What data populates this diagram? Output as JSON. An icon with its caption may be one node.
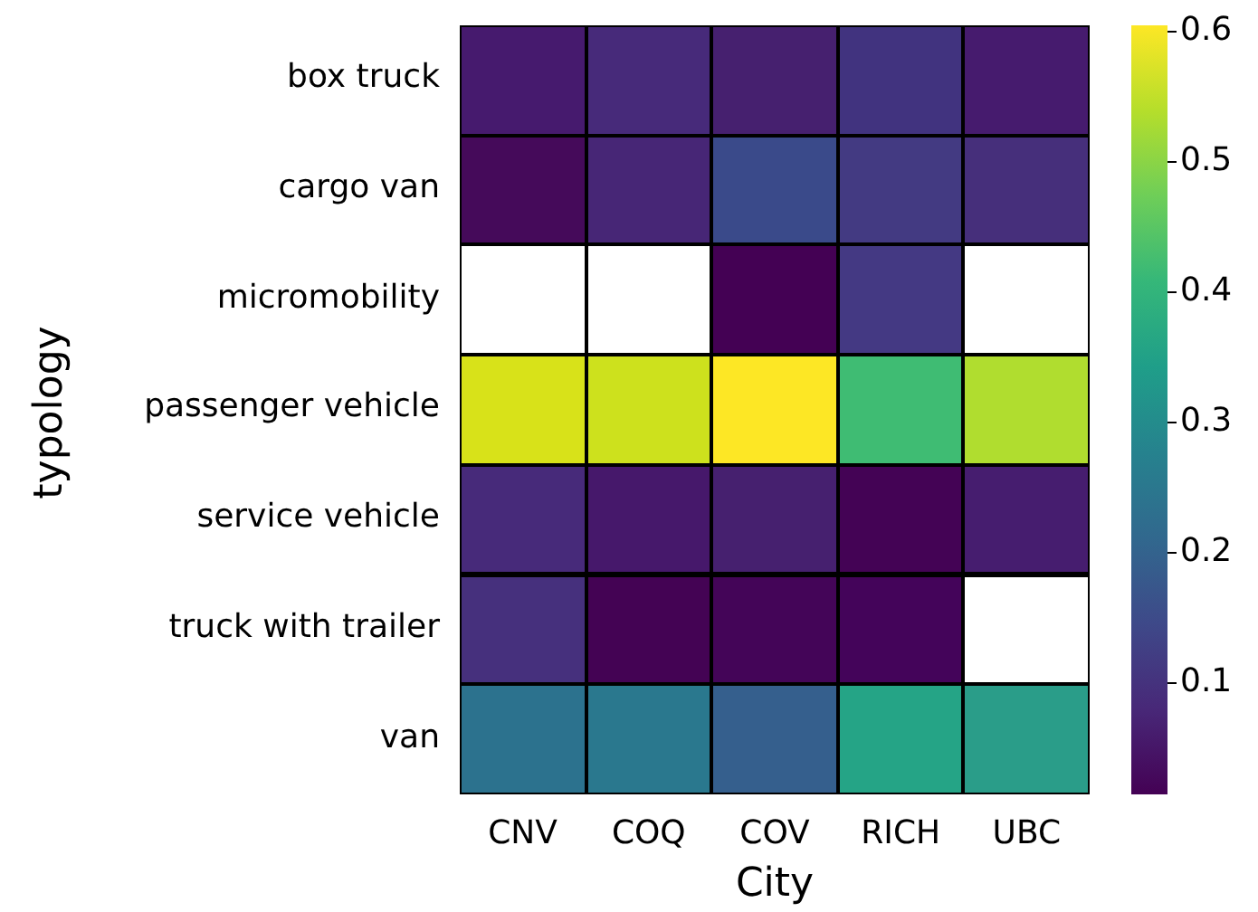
{
  "diagram": {
    "labels": [
      "box truck",
      "cargo van",
      "micromobility",
      "passenger vehicle",
      "service vehicle",
      "truck with trailer",
      "van",
      "CNV",
      "COQ",
      "COV",
      "RICH",
      "UBC",
      "typology",
      "City",
      "0.6",
      "0.5",
      "0.4",
      "0.3",
      "0.2",
      "0.1"
    ]
  }
}
